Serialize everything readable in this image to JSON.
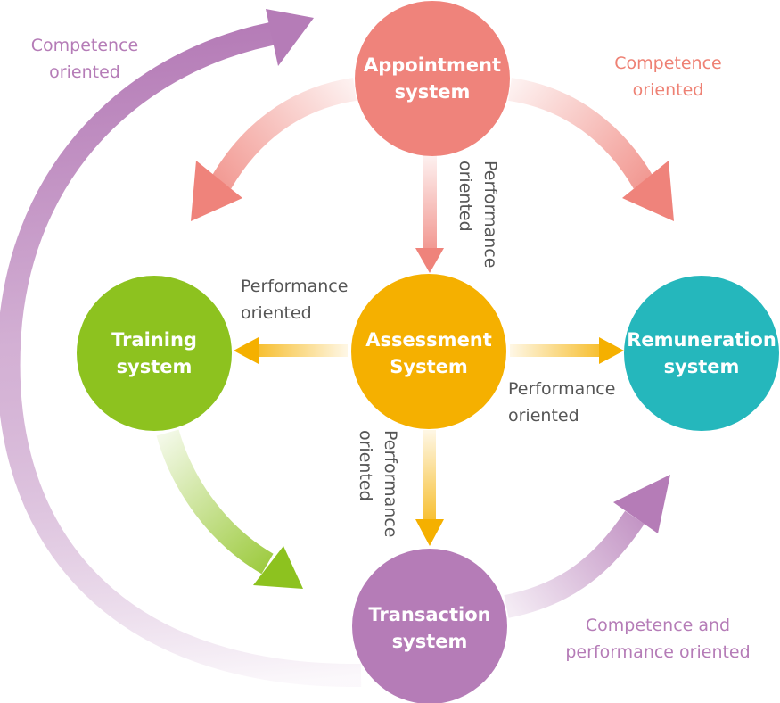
{
  "nodes": {
    "appointment": {
      "line1": "Appointment",
      "line2": "system"
    },
    "training": {
      "line1": "Training",
      "line2": "system"
    },
    "assessment": {
      "line1": "Assessment",
      "line2": "System"
    },
    "remuneration": {
      "line1": "Remuneration",
      "line2": "system"
    },
    "transaction": {
      "line1": "Transaction",
      "line2": "system"
    }
  },
  "labels": {
    "competence_left": {
      "line1": "Competence",
      "line2": "oriented"
    },
    "competence_right": {
      "line1": "Competence",
      "line2": "oriented"
    },
    "competence_performance": {
      "line1": "Competence and",
      "line2": "performance oriented"
    },
    "perf_top_vertical": {
      "line1": "Performance",
      "line2": "oriented"
    },
    "perf_left": {
      "line1": "Performance",
      "line2": "oriented"
    },
    "perf_right": {
      "line1": "Performance",
      "line2": "oriented"
    },
    "perf_bottom_vertical": {
      "line1": "Performance",
      "line2": "oriented"
    }
  },
  "colors": {
    "appointment": "#ef837b",
    "training": "#8dc21f",
    "assessment": "#f5b000",
    "remuneration": "#25b7bc",
    "transaction": "#b57cb7",
    "competence_label": "#b57cb7",
    "competence_label_right": "#ee8174",
    "performance_label": "#555555"
  }
}
